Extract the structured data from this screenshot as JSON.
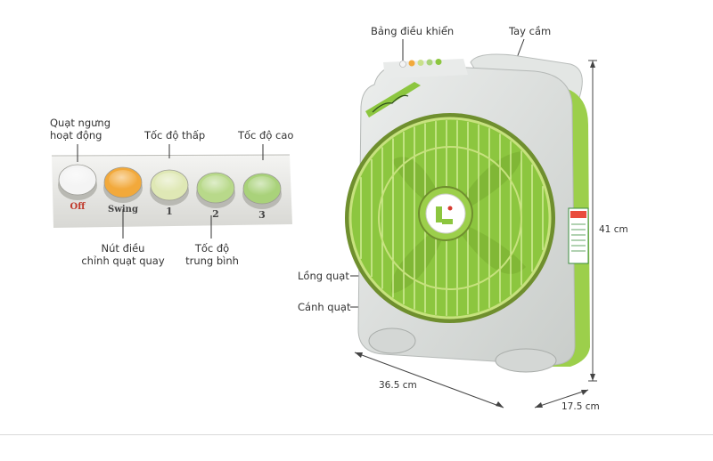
{
  "labels": {
    "control_panel": "Bảng điều khiển",
    "handle": "Tay cầm",
    "off_line1": "Quạt ngưng",
    "off_line2": "hoạt động",
    "low_speed": "Tốc độ thấp",
    "high_speed": "Tốc độ cao",
    "swing_line1": "Nút điều",
    "swing_line2": "chỉnh quạt quay",
    "medium_line1": "Tốc độ",
    "medium_line2": "trung bình",
    "cage": "Lồng quạt",
    "blade": "Cánh quạt",
    "height": "41 cm",
    "width": "36.5 cm",
    "depth": "17.5 cm"
  },
  "buttons": [
    {
      "label": "Off",
      "color": "#f4f4f4",
      "text_color": "#c0392b"
    },
    {
      "label": "Swing",
      "color": "#f2a93b",
      "text_color": "#444444"
    },
    {
      "label": "1",
      "color": "#dfe8b5",
      "text_color": "#444444"
    },
    {
      "label": "2",
      "color": "#b8d98a",
      "text_color": "#444444"
    },
    {
      "label": "3",
      "color": "#a9d27a",
      "text_color": "#444444"
    }
  ],
  "colors": {
    "fan_green": "#8cc63f",
    "body_gray": "#d8dcd9",
    "accent_orange": "#f2a93b"
  }
}
